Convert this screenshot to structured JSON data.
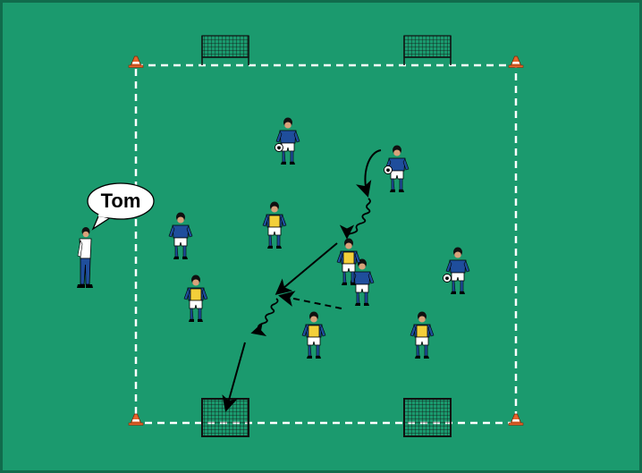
{
  "colors": {
    "pitch": "#1b9a6e",
    "pitch_border": "#116b4c",
    "lines": "#ffffff",
    "team_a_shirt": "#1f4e9c",
    "team_b_bib": "#f3cf3a",
    "shorts": "#ffffff",
    "socks": "#1f4e9c",
    "cone": "#e8632a",
    "goal_net": "#111111",
    "arrows": "#000000"
  },
  "coach": {
    "name_label": "Tom",
    "icon": "speech-bubble-icon"
  },
  "legend_icons": [
    "soccer-ball-icon",
    "cone-icon",
    "goal-icon",
    "player-icon"
  ],
  "arrow_styles": [
    "solid-pass",
    "dashed-run",
    "wavy-dribble",
    "curved-run"
  ]
}
